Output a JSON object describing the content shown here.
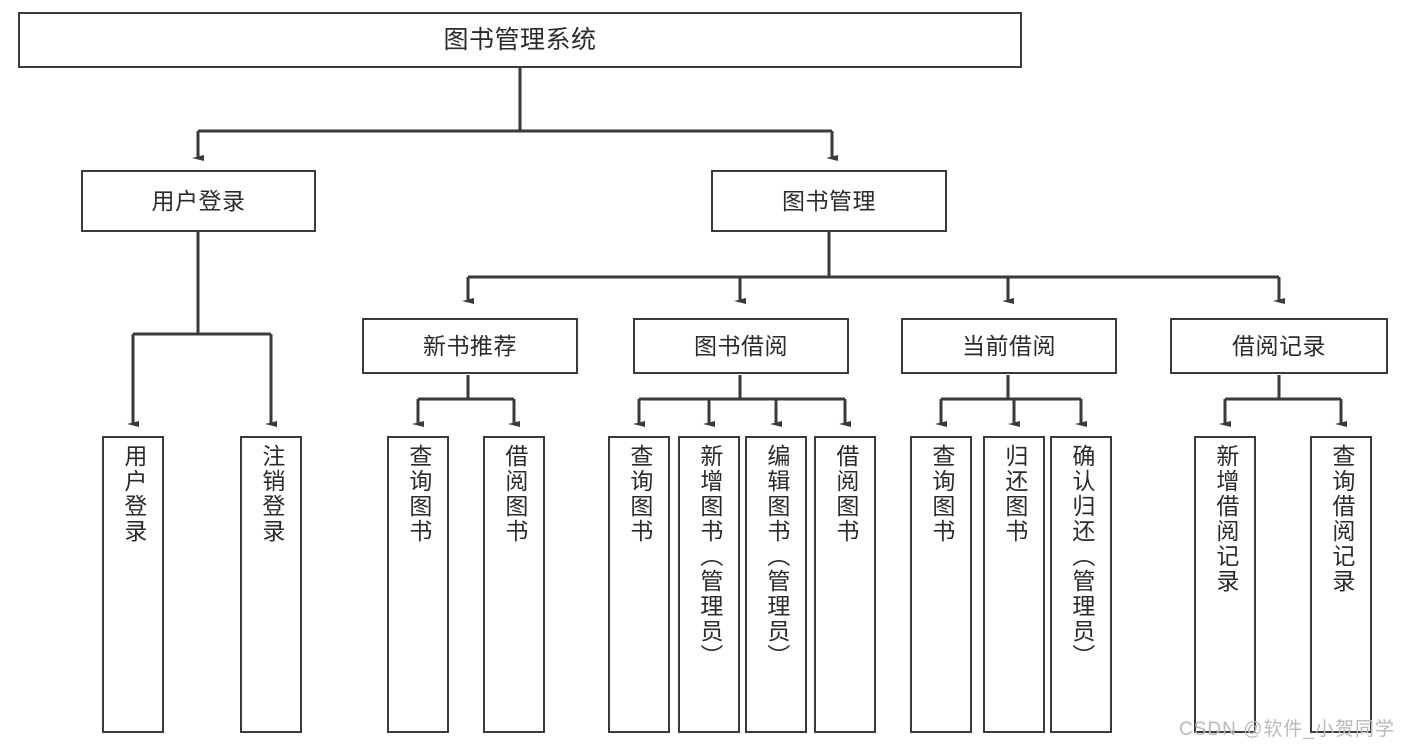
{
  "diagram": {
    "title": "图书管理系统",
    "type": "tree-hierarchy-chart",
    "root": {
      "label": "图书管理系统"
    },
    "level2": [
      {
        "label": "用户登录"
      },
      {
        "label": "图书管理"
      }
    ],
    "level3": [
      {
        "label": "新书推荐"
      },
      {
        "label": "图书借阅"
      },
      {
        "label": "当前借阅"
      },
      {
        "label": "借阅记录"
      }
    ],
    "leaves": {
      "user_login": [
        {
          "label": "用户登录"
        },
        {
          "label": "注销登录"
        }
      ],
      "new_book_recommend": [
        {
          "label": "查询图书"
        },
        {
          "label": "借阅图书"
        }
      ],
      "book_borrow": [
        {
          "label": "查询图书"
        },
        {
          "label": "新增图书（管理员）"
        },
        {
          "label": "编辑图书（管理员）"
        },
        {
          "label": "借阅图书"
        }
      ],
      "current_borrow": [
        {
          "label": "查询图书"
        },
        {
          "label": "归还图书"
        },
        {
          "label": "确认归还（管理员）"
        }
      ],
      "borrow_record": [
        {
          "label": "新增借阅记录"
        },
        {
          "label": "查询借阅记录"
        }
      ]
    }
  },
  "watermark": {
    "text": "CSDN @软件_小贺同学"
  },
  "colors": {
    "stroke": "#3a3a3a",
    "box_fill": "#ffffff",
    "text": "#2b2b2b",
    "watermark": "#b9b9b9"
  }
}
